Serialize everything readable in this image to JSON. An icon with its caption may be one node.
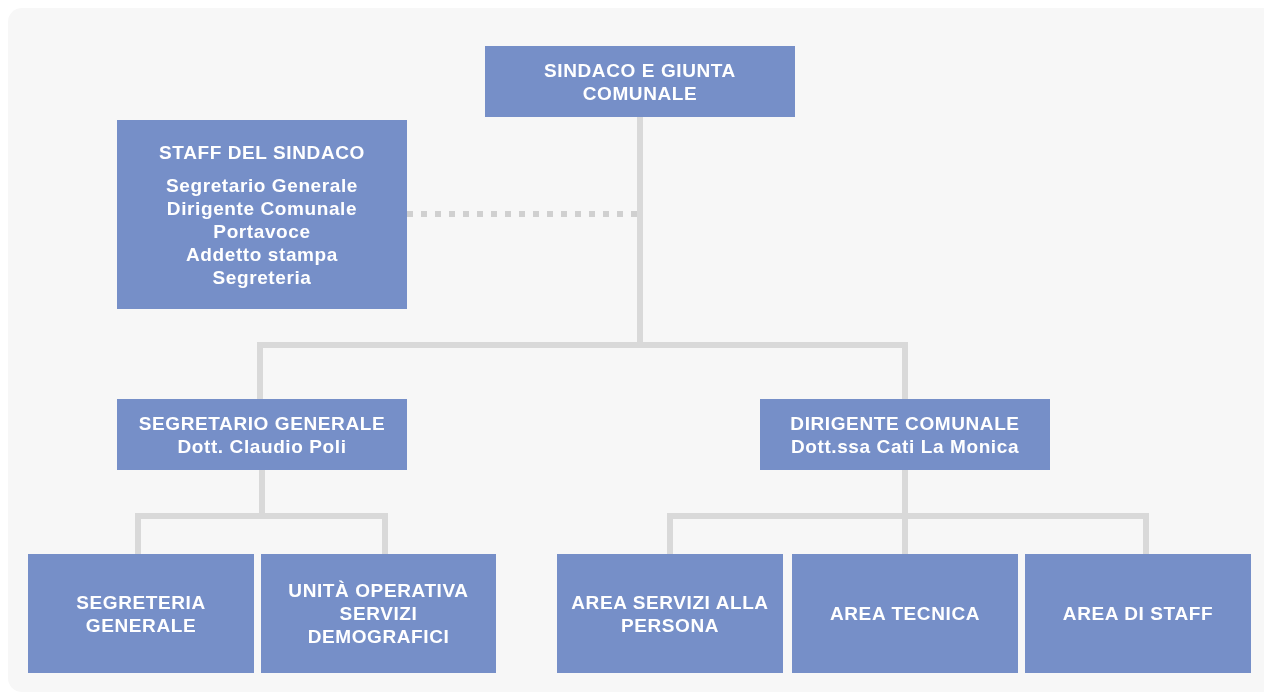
{
  "diagram": {
    "nodes": [
      {
        "text": [
          "SINDACO E GIUNTA COMUNALE"
        ]
      },
      {
        "text": [
          "STAFF DEL SINDACO",
          "Segretario Generale",
          "Dirigente Comunale",
          "Portavoce",
          "Addetto stampa",
          "Segreteria"
        ]
      },
      {
        "text": [
          "SEGRETARIO GENERALE",
          "Dott. Claudio Poli"
        ]
      },
      {
        "text": [
          "DIRIGENTE COMUNALE",
          "Dott.ssa Cati La Monica"
        ]
      },
      {
        "text": [
          "SEGRETERIA GENERALE"
        ]
      },
      {
        "text": [
          "UNITÀ OPERATIVA SERVIZI DEMOGRAFICI"
        ]
      },
      {
        "text": [
          "AREA SERVIZI ALLA PERSONA"
        ]
      },
      {
        "text": [
          "AREA TECNICA"
        ]
      },
      {
        "text": [
          "AREA DI STAFF"
        ]
      }
    ],
    "edges": [
      {
        "from": 1,
        "to": 0,
        "arrow": "none",
        "style": "dashed"
      },
      {
        "from": 0,
        "to": 2,
        "arrow": "none"
      },
      {
        "from": 0,
        "to": 3,
        "arrow": "none"
      },
      {
        "from": 2,
        "to": 4,
        "arrow": "none"
      },
      {
        "from": 2,
        "to": 5,
        "arrow": "none"
      },
      {
        "from": 3,
        "to": 6,
        "arrow": "none"
      },
      {
        "from": 3,
        "to": 7,
        "arrow": "none"
      },
      {
        "from": 3,
        "to": 8,
        "arrow": "none"
      }
    ]
  }
}
